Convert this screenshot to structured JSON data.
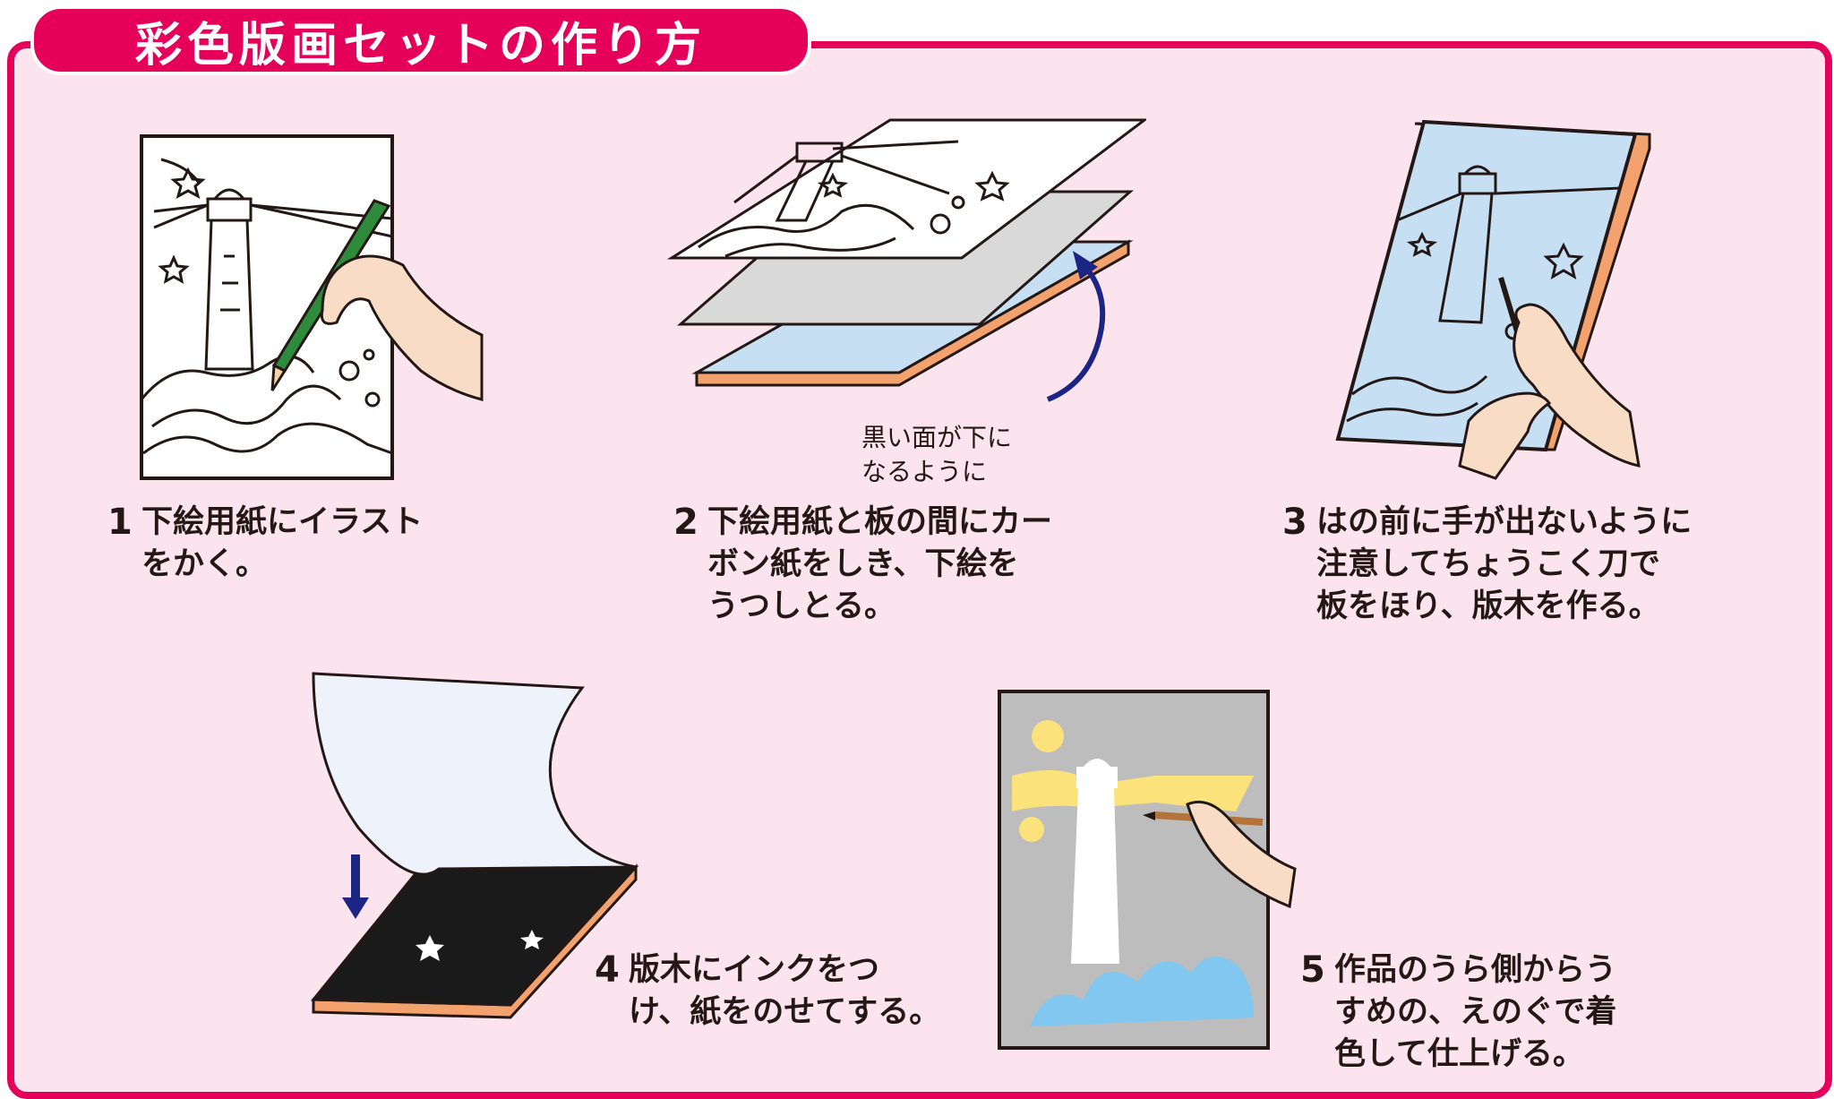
{
  "title": "彩色版画セットの作り方",
  "colors": {
    "brand": "#e5005a",
    "panel_bg": "#fbe4ee",
    "board_face": "#c6dff3",
    "board_side": "#f3a26d",
    "carbon": "#d9d9d9",
    "arrow_blue": "#1c2584",
    "skin": "#f8dcc6",
    "yellow_paint": "#fbe27a",
    "blue_paint": "#82c7ef"
  },
  "icons": [
    "pencil-icon",
    "hand-icon",
    "star-icon",
    "lighthouse-icon",
    "wave-icon",
    "carving-knife-icon",
    "brush-icon",
    "down-arrow-icon",
    "curved-arrow-icon"
  ],
  "steps": [
    {
      "num": "1",
      "lines": [
        "下絵用紙にイラスト",
        "をかく。"
      ]
    },
    {
      "num": "2",
      "lines": [
        "下絵用紙と板の間にカー",
        "ボン紙をしき、下絵を",
        "うつしとる。"
      ]
    },
    {
      "num": "3",
      "lines": [
        "はの前に手が出ないように",
        "注意してちょうこく刀で",
        "板をほり、版木を作る。"
      ]
    },
    {
      "num": "4",
      "lines": [
        "版木にインクをつ",
        "け、紙をのせてする。"
      ]
    },
    {
      "num": "5",
      "lines": [
        "作品のうら側からう",
        "すめの、えのぐで着",
        "色して仕上げる。"
      ]
    }
  ],
  "note": {
    "lines": [
      "黒い面が下に",
      "なるように"
    ]
  }
}
